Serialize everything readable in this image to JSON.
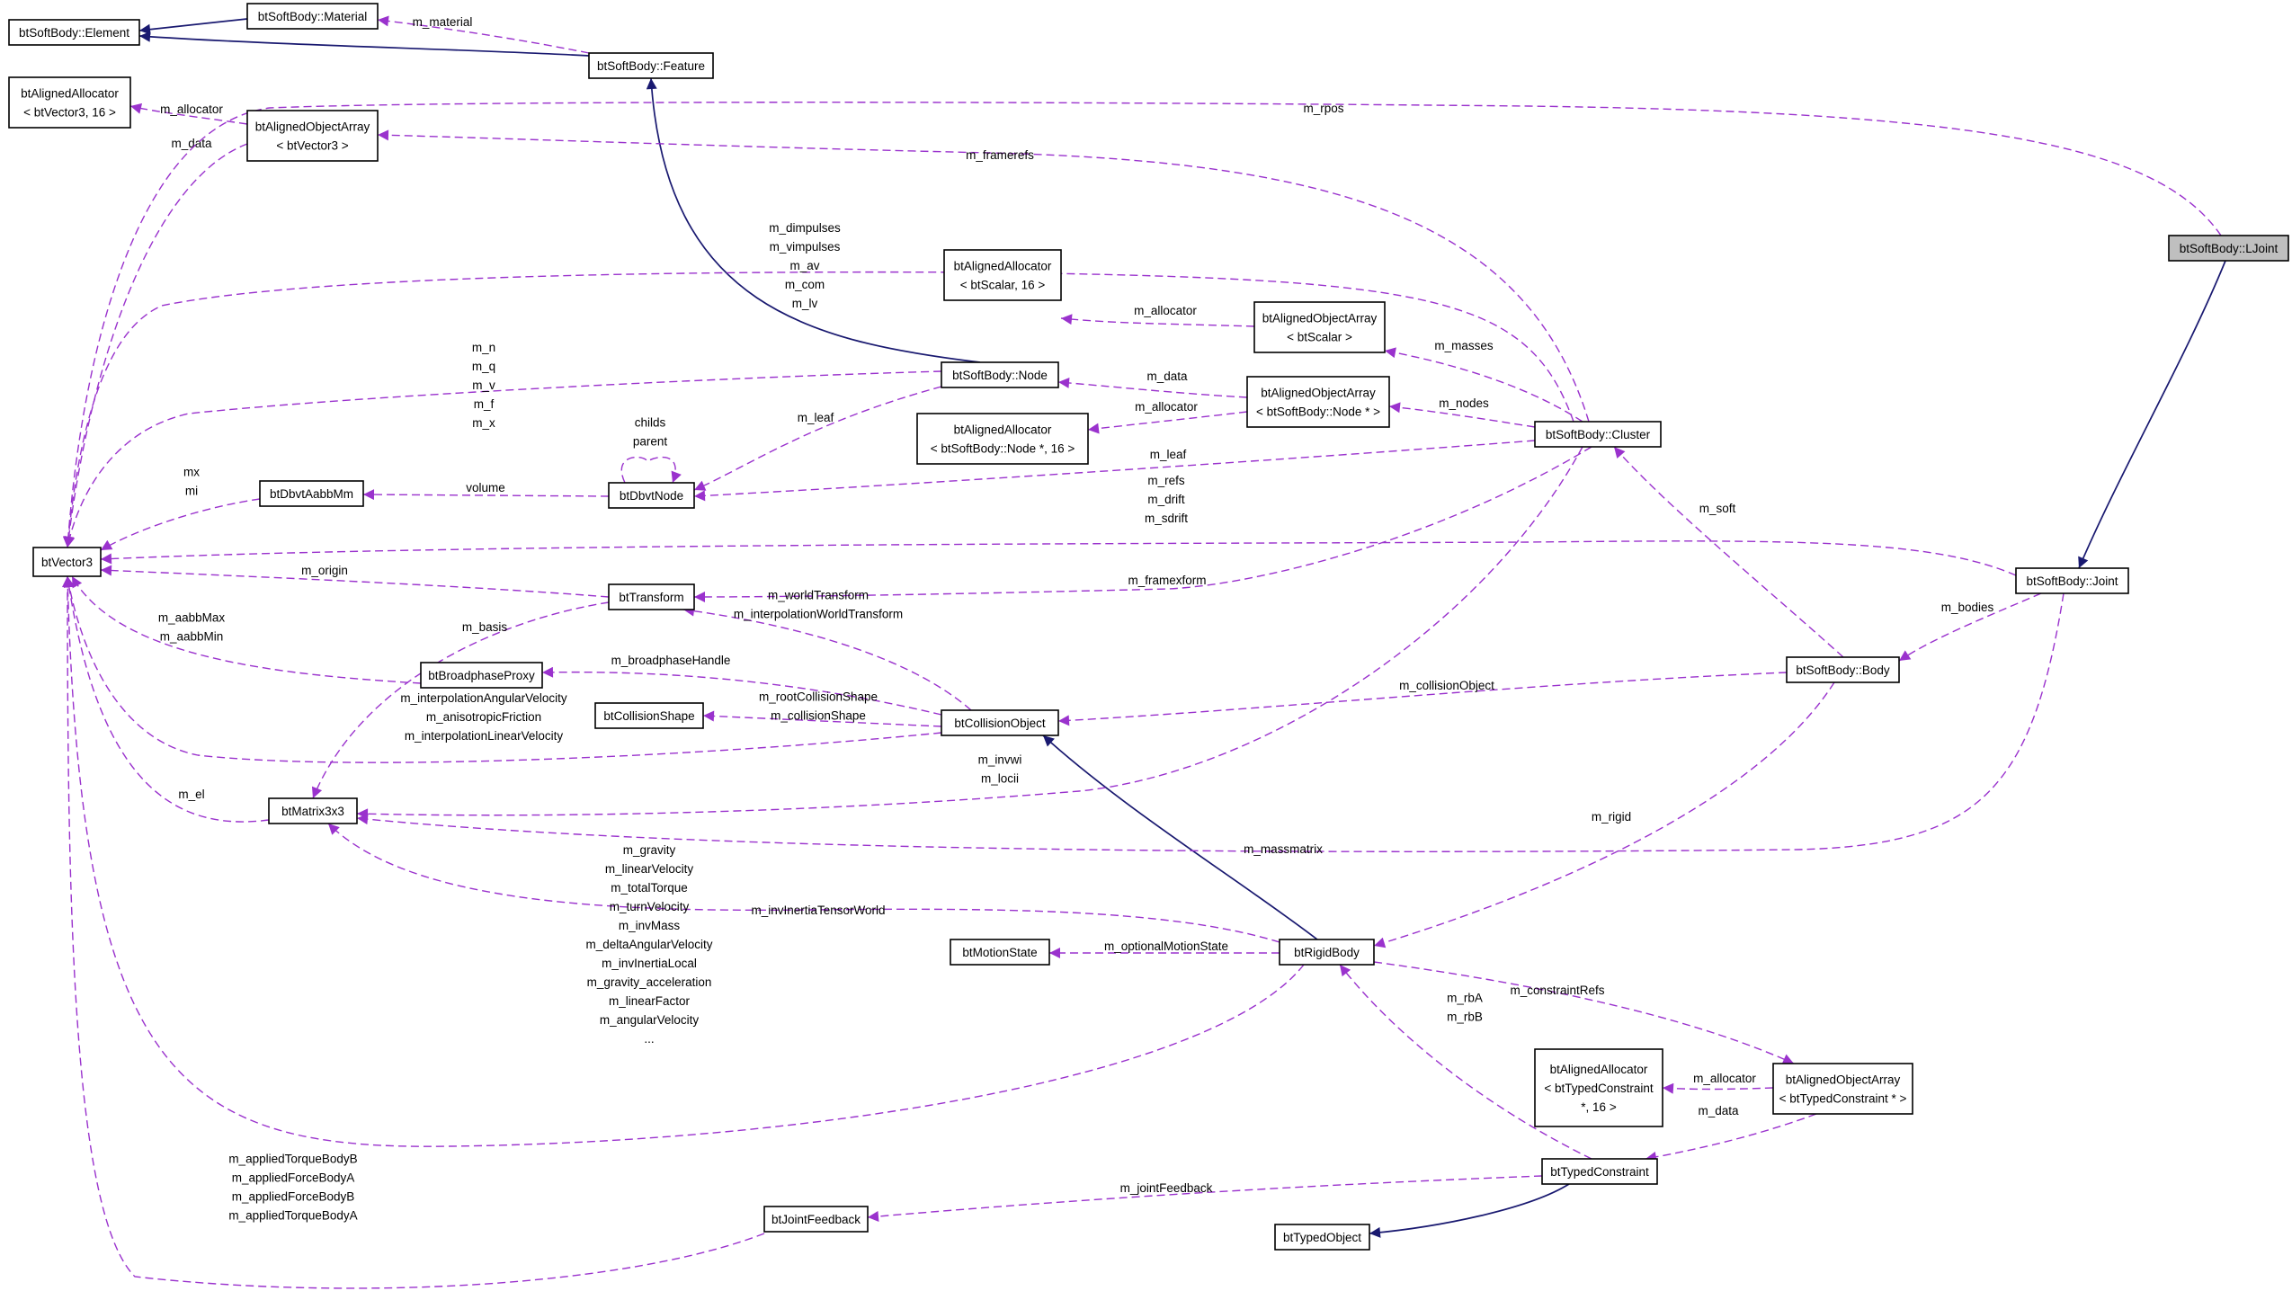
{
  "colors": {
    "inherit_edge": "#191970",
    "usage_edge": "#9a32cd",
    "highlight_node": "#bfbfbf"
  },
  "nodes": {
    "element": [
      "btSoftBody::Element"
    ],
    "material": [
      "btSoftBody::Material"
    ],
    "feature": [
      "btSoftBody::Feature"
    ],
    "alloc_vec3": [
      "btAlignedAllocator",
      "< btVector3, 16 >"
    ],
    "array_vec3": [
      "btAlignedObjectArray",
      "< btVector3 >"
    ],
    "vector3": [
      "btVector3"
    ],
    "alloc_scalar": [
      "btAlignedAllocator",
      "< btScalar, 16 >"
    ],
    "array_scalar": [
      "btAlignedObjectArray",
      "< btScalar >"
    ],
    "node": [
      "btSoftBody::Node"
    ],
    "array_nodeptr": [
      "btAlignedObjectArray",
      "< btSoftBody::Node * >"
    ],
    "alloc_nodeptr": [
      "btAlignedAllocator",
      "< btSoftBody::Node *, 16 >"
    ],
    "cluster": [
      "btSoftBody::Cluster"
    ],
    "ljoint": [
      "btSoftBody::LJoint"
    ],
    "aabbmm": [
      "btDbvtAabbMm"
    ],
    "dbvtnode": [
      "btDbvtNode"
    ],
    "transform": [
      "btTransform"
    ],
    "joint": [
      "btSoftBody::Joint"
    ],
    "broadphase": [
      "btBroadphaseProxy"
    ],
    "collshape": [
      "btCollisionShape"
    ],
    "collobj": [
      "btCollisionObject"
    ],
    "body": [
      "btSoftBody::Body"
    ],
    "matrix": [
      "btMatrix3x3"
    ],
    "motionstate": [
      "btMotionState"
    ],
    "rigidbody": [
      "btRigidBody"
    ],
    "alloc_tc": [
      "btAlignedAllocator",
      "< btTypedConstraint",
      "*, 16 >"
    ],
    "array_tc": [
      "btAlignedObjectArray",
      "< btTypedConstraint * >"
    ],
    "typedconstraint": [
      "btTypedConstraint"
    ],
    "jointfeedback": [
      "btJointFeedback"
    ],
    "typedobject": [
      "btTypedObject"
    ]
  },
  "edges": {
    "material_element": [],
    "feature_element": [],
    "node_feature": [],
    "ljoint_joint": [],
    "collobj_rigidbody": [],
    "typedobject_tc": [],
    "material_feature": [
      "m_material"
    ],
    "allocvec3_array": [
      "m_allocator"
    ],
    "vec3_array": [
      "m_data"
    ],
    "rpos": [
      "m_rpos"
    ],
    "framerefs": [
      "m_framerefs"
    ],
    "cluster_vec3": [
      "m_dimpulses",
      "m_vimpulses",
      "m_av",
      "m_com",
      "m_lv"
    ],
    "node_vec3": [
      "m_n",
      "m_q",
      "m_v",
      "m_f",
      "m_x"
    ],
    "allocscalar_array": [
      "m_allocator"
    ],
    "masses": [
      "m_masses"
    ],
    "node_data": [
      "m_data"
    ],
    "allocnode_array": [
      "m_allocator"
    ],
    "nodes": [
      "m_nodes"
    ],
    "node_leaf": [
      "m_leaf"
    ],
    "cluster_leaf": [
      "m_leaf"
    ],
    "dbvt_self": [
      "childs",
      "parent"
    ],
    "volume": [
      "volume"
    ],
    "aabb_vec3": [
      "mx",
      "mi"
    ],
    "joint_vec3": [
      "m_refs",
      "m_drift",
      "m_sdrift"
    ],
    "soft": [
      "m_soft"
    ],
    "origin": [
      "m_origin"
    ],
    "framexform": [
      "m_framexform"
    ],
    "bodies": [
      "m_bodies"
    ],
    "broad_vec3": [
      "m_aabbMax",
      "m_aabbMin"
    ],
    "basis": [
      "m_basis"
    ],
    "collobj_transform": [
      "m_worldTransform",
      "m_interpolationWorldTransform"
    ],
    "broadphasehandle": [
      "m_broadphaseHandle"
    ],
    "collshape_edge": [
      "m_rootCollisionShape",
      "m_collisionShape"
    ],
    "collisionobject": [
      "m_collisionObject"
    ],
    "collobj_vec3": [
      "m_interpolationAngularVelocity",
      "m_anisotropicFriction",
      "m_interpolationLinearVelocity"
    ],
    "matrix_vec3": [
      "m_el"
    ],
    "cluster_matrix": [
      "m_invwi",
      "m_locii"
    ],
    "rigid": [
      "m_rigid"
    ],
    "massmatrix": [
      "m_massmatrix"
    ],
    "inertiaworld": [
      "m_invInertiaTensorWorld"
    ],
    "motionstate_edge": [
      "m_optionalMotionState"
    ],
    "rigid_vec3": [
      "m_gravity",
      "m_linearVelocity",
      "m_totalTorque",
      "m_turnVelocity",
      "m_invMass",
      "m_deltaAngularVelocity",
      "m_invInertiaLocal",
      "m_gravity_acceleration",
      "m_linearFactor",
      "m_angularVelocity",
      "..."
    ],
    "constraintrefs": [
      "m_constraintRefs"
    ],
    "rbab": [
      "m_rbA",
      "m_rbB"
    ],
    "alloctc_array": [
      "m_allocator"
    ],
    "tc_data": [
      "m_data"
    ],
    "jointfeedback_edge": [
      "m_jointFeedback"
    ],
    "feedback_vec3": [
      "m_appliedTorqueBodyB",
      "m_appliedForceBodyA",
      "m_appliedForceBodyB",
      "m_appliedTorqueBodyA"
    ]
  }
}
